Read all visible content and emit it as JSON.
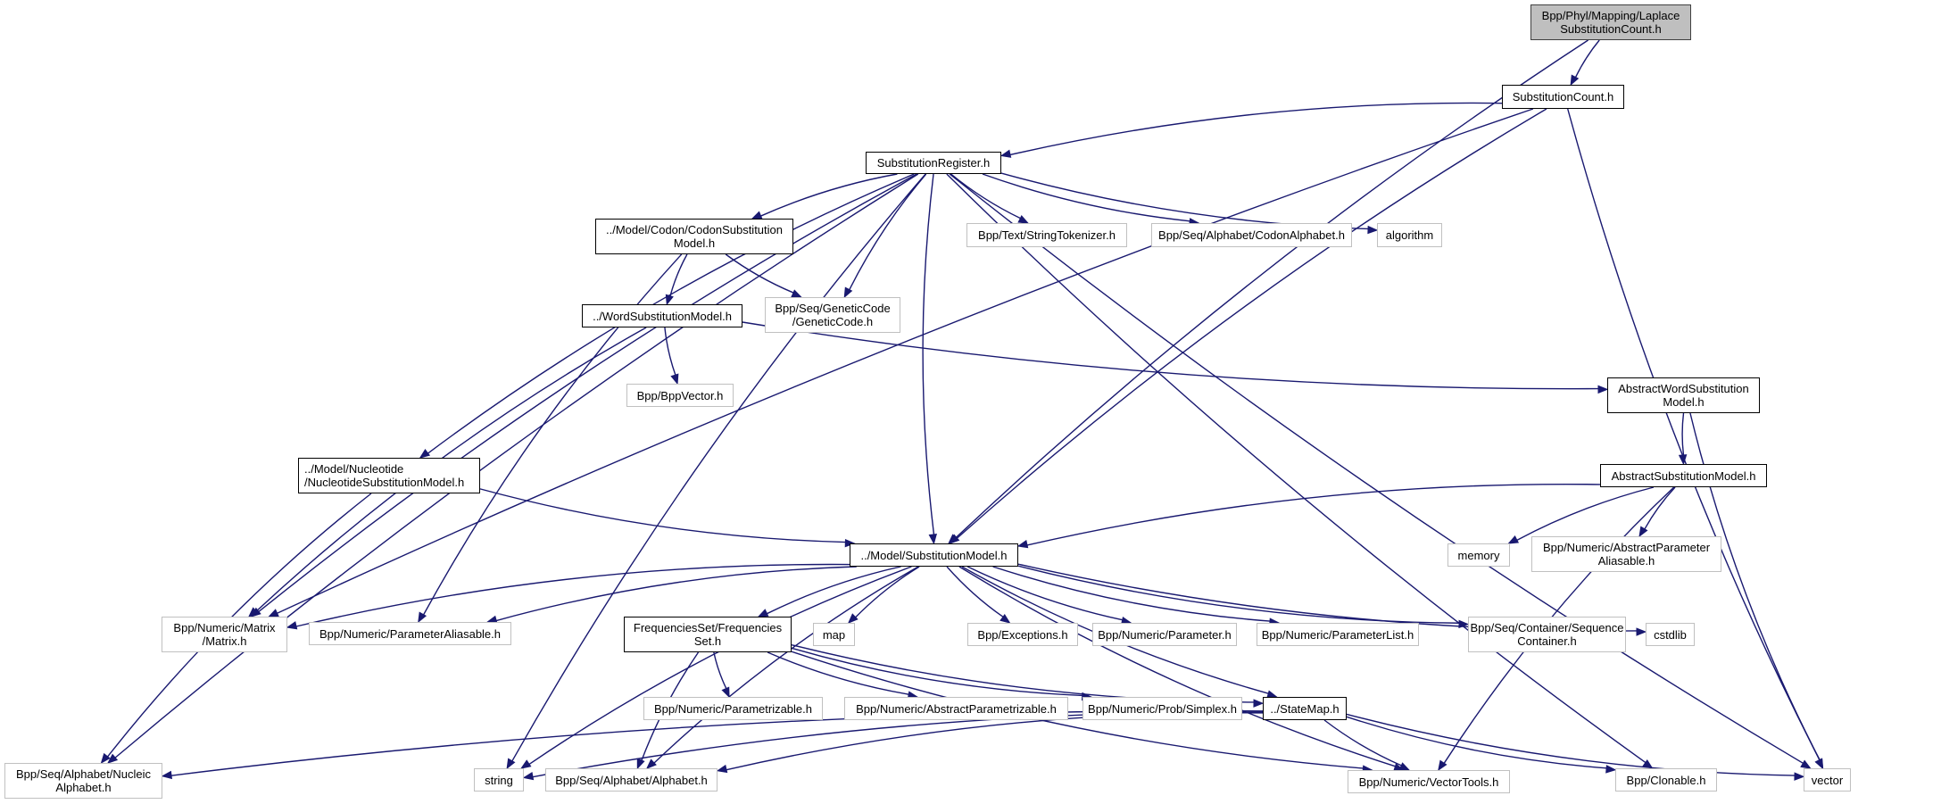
{
  "graph": {
    "title": "Include dependency graph for Bpp/Phyl/Mapping/LaplaceSubstitutionCount.h",
    "colors": {
      "edge": "#191970",
      "root_fill": "#bfbfbf",
      "local_border": "#000000",
      "external_border": "#c0c0c0"
    },
    "nodes": [
      {
        "id": "laplace",
        "lines": [
          "Bpp/Phyl/Mapping/Laplace",
          "SubstitutionCount.h"
        ],
        "kind": "root"
      },
      {
        "id": "subcount",
        "lines": [
          "SubstitutionCount.h"
        ],
        "kind": "local"
      },
      {
        "id": "subreg",
        "lines": [
          "SubstitutionRegister.h"
        ],
        "kind": "local"
      },
      {
        "id": "codonsub",
        "lines": [
          "../Model/Codon/CodonSubstitution",
          "Model.h"
        ],
        "kind": "local"
      },
      {
        "id": "strtok",
        "lines": [
          "Bpp/Text/StringTokenizer.h"
        ],
        "kind": "external"
      },
      {
        "id": "codonalpha",
        "lines": [
          "Bpp/Seq/Alphabet/CodonAlphabet.h"
        ],
        "kind": "external"
      },
      {
        "id": "algorithm",
        "lines": [
          "algorithm"
        ],
        "kind": "external"
      },
      {
        "id": "wordsub",
        "lines": [
          "../WordSubstitutionModel.h"
        ],
        "kind": "local"
      },
      {
        "id": "geneticcode",
        "lines": [
          "Bpp/Seq/GeneticCode",
          "/GeneticCode.h"
        ],
        "kind": "external"
      },
      {
        "id": "bppvector",
        "lines": [
          "Bpp/BppVector.h"
        ],
        "kind": "external"
      },
      {
        "id": "absword",
        "lines": [
          "AbstractWordSubstitution",
          "Model.h"
        ],
        "kind": "local"
      },
      {
        "id": "abssub",
        "lines": [
          "AbstractSubstitutionModel.h"
        ],
        "kind": "local"
      },
      {
        "id": "nucsub",
        "lines": [
          "../Model/Nucleotide",
          "/NucleotideSubstitutionModel.h"
        ],
        "kind": "local"
      },
      {
        "id": "submodel",
        "lines": [
          "../Model/SubstitutionModel.h"
        ],
        "kind": "local"
      },
      {
        "id": "memory",
        "lines": [
          "memory"
        ],
        "kind": "external"
      },
      {
        "id": "absparamalias",
        "lines": [
          "Bpp/Numeric/AbstractParameter",
          "Aliasable.h"
        ],
        "kind": "external"
      },
      {
        "id": "matrix",
        "lines": [
          "Bpp/Numeric/Matrix",
          "/Matrix.h"
        ],
        "kind": "external"
      },
      {
        "id": "paramalias",
        "lines": [
          "Bpp/Numeric/ParameterAliasable.h"
        ],
        "kind": "external"
      },
      {
        "id": "freqset",
        "lines": [
          "FrequenciesSet/Frequencies",
          "Set.h"
        ],
        "kind": "local"
      },
      {
        "id": "map",
        "lines": [
          "map"
        ],
        "kind": "external"
      },
      {
        "id": "exceptions",
        "lines": [
          "Bpp/Exceptions.h"
        ],
        "kind": "external"
      },
      {
        "id": "parameter",
        "lines": [
          "Bpp/Numeric/Parameter.h"
        ],
        "kind": "external"
      },
      {
        "id": "paramlist",
        "lines": [
          "Bpp/Numeric/ParameterList.h"
        ],
        "kind": "external"
      },
      {
        "id": "seqcontainer",
        "lines": [
          "Bpp/Seq/Container/Sequence",
          "Container.h"
        ],
        "kind": "external"
      },
      {
        "id": "cstdlib",
        "lines": [
          "cstdlib"
        ],
        "kind": "external"
      },
      {
        "id": "parametrizable",
        "lines": [
          "Bpp/Numeric/Parametrizable.h"
        ],
        "kind": "external"
      },
      {
        "id": "absparametrizable",
        "lines": [
          "Bpp/Numeric/AbstractParametrizable.h"
        ],
        "kind": "external"
      },
      {
        "id": "simplex",
        "lines": [
          "Bpp/Numeric/Prob/Simplex.h"
        ],
        "kind": "external"
      },
      {
        "id": "statemap",
        "lines": [
          "../StateMap.h"
        ],
        "kind": "local"
      },
      {
        "id": "nucalpha",
        "lines": [
          "Bpp/Seq/Alphabet/Nucleic",
          "Alphabet.h"
        ],
        "kind": "external"
      },
      {
        "id": "string",
        "lines": [
          "string"
        ],
        "kind": "external"
      },
      {
        "id": "alphabet",
        "lines": [
          "Bpp/Seq/Alphabet/Alphabet.h"
        ],
        "kind": "external"
      },
      {
        "id": "vectortools",
        "lines": [
          "Bpp/Numeric/VectorTools.h"
        ],
        "kind": "external"
      },
      {
        "id": "clonable",
        "lines": [
          "Bpp/Clonable.h"
        ],
        "kind": "external"
      },
      {
        "id": "vector",
        "lines": [
          "vector"
        ],
        "kind": "external"
      }
    ],
    "edges": [
      [
        "laplace",
        "subcount"
      ],
      [
        "laplace",
        "submodel"
      ],
      [
        "subcount",
        "subreg"
      ],
      [
        "subcount",
        "matrix"
      ],
      [
        "subcount",
        "submodel"
      ],
      [
        "subcount",
        "vector"
      ],
      [
        "subreg",
        "codonsub"
      ],
      [
        "subreg",
        "strtok"
      ],
      [
        "subreg",
        "codonalpha"
      ],
      [
        "subreg",
        "algorithm"
      ],
      [
        "subreg",
        "geneticcode"
      ],
      [
        "subreg",
        "nucsub"
      ],
      [
        "subreg",
        "submodel"
      ],
      [
        "subreg",
        "matrix"
      ],
      [
        "subreg",
        "nucalpha"
      ],
      [
        "subreg",
        "string"
      ],
      [
        "subreg",
        "clonable"
      ],
      [
        "subreg",
        "vector"
      ],
      [
        "codonsub",
        "wordsub"
      ],
      [
        "codonsub",
        "geneticcode"
      ],
      [
        "codonsub",
        "paramalias"
      ],
      [
        "wordsub",
        "bppvector"
      ],
      [
        "wordsub",
        "absword"
      ],
      [
        "wordsub",
        "matrix"
      ],
      [
        "absword",
        "abssub"
      ],
      [
        "absword",
        "vector"
      ],
      [
        "abssub",
        "submodel"
      ],
      [
        "abssub",
        "memory"
      ],
      [
        "abssub",
        "absparamalias"
      ],
      [
        "abssub",
        "vectortools"
      ],
      [
        "nucsub",
        "submodel"
      ],
      [
        "nucsub",
        "nucalpha"
      ],
      [
        "submodel",
        "matrix"
      ],
      [
        "submodel",
        "paramalias"
      ],
      [
        "submodel",
        "freqset"
      ],
      [
        "submodel",
        "map"
      ],
      [
        "submodel",
        "exceptions"
      ],
      [
        "submodel",
        "parameter"
      ],
      [
        "submodel",
        "paramlist"
      ],
      [
        "submodel",
        "seqcontainer"
      ],
      [
        "submodel",
        "cstdlib"
      ],
      [
        "submodel",
        "string"
      ],
      [
        "submodel",
        "alphabet"
      ],
      [
        "submodel",
        "statemap"
      ],
      [
        "submodel",
        "vectortools"
      ],
      [
        "freqset",
        "parametrizable"
      ],
      [
        "freqset",
        "absparametrizable"
      ],
      [
        "freqset",
        "simplex"
      ],
      [
        "freqset",
        "statemap"
      ],
      [
        "freqset",
        "alphabet"
      ],
      [
        "freqset",
        "vectortools"
      ],
      [
        "statemap",
        "nucalpha"
      ],
      [
        "statemap",
        "string"
      ],
      [
        "statemap",
        "alphabet"
      ],
      [
        "statemap",
        "vectortools"
      ],
      [
        "statemap",
        "clonable"
      ],
      [
        "statemap",
        "vector"
      ]
    ]
  }
}
